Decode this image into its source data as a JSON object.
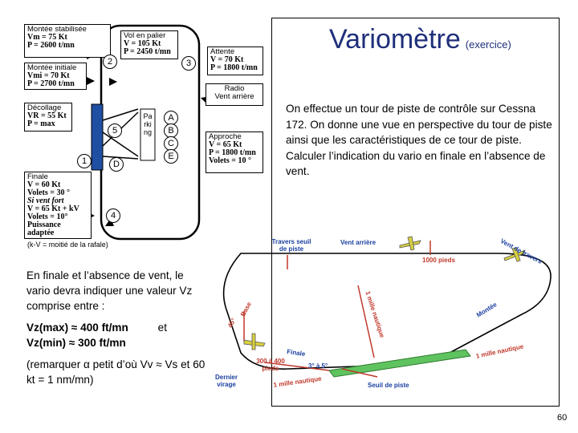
{
  "title": {
    "main": "Variomètre",
    "sub": "(exercice)"
  },
  "intro": "On effectue un tour de piste de contrôle sur Cessna 172. On donne une vue en perspective du tour de piste ainsi que les caractéristiques de ce tour de piste. Calculer l’indication du vario en finale en l’absence de vent.",
  "answer": {
    "lead": "En finale et l’absence de vent, le vario devra indiquer une valeur Vz comprise entre :",
    "vzmax": "Vz(max) ≈ 400 ft/mn",
    "and": "et",
    "vzmin": "Vz(min) ≈ 300 ft/mn",
    "note": "(remarquer α petit d’où Vv ≈ Vs et 60 kt = 1 nm/mn)"
  },
  "page_number": "60",
  "pattern": {
    "boxes": {
      "montee_stab": {
        "head": "Montée stabilisée",
        "l1": "Vm = 75 Kt",
        "l2": "P = 2600 t/mn"
      },
      "vol_palier": {
        "head": "Vol en palier",
        "l1": "V = 105 Kt",
        "l2": "P = 2450 t/mn"
      },
      "attente": {
        "head": "Attente",
        "l1": "V = 70 Kt",
        "l2": "P = 1800 t/mn"
      },
      "montee_init": {
        "head": "Montée initiale",
        "l1": "Vmi = 70 Kt",
        "l2": "P = 2700 t/mn"
      },
      "radio": {
        "l1": "Radio",
        "l2": "Vent arrière"
      },
      "decollage": {
        "head": "Décollage",
        "l1": "VR = 55 Kt",
        "l2": "P = max"
      },
      "approche": {
        "head": "Approche",
        "l1": "V = 65 Kt",
        "l2": "P = 1800 t/mn",
        "l3": "Volets = 10 °"
      },
      "finale": {
        "head": "Finale",
        "l1": "V = 60 Kt",
        "l2": "Volets = 30 °",
        "l3": "Si vent fort",
        "l4": "V = 65 Kt + kV",
        "l5": "Volets = 10°",
        "l6": "Puissance adaptée"
      }
    },
    "footnote": "(k-V = moitié de la rafale)",
    "markers": [
      "1",
      "2",
      "3",
      "4",
      "5"
    ],
    "letters": [
      "A",
      "B",
      "C",
      "D",
      "E"
    ],
    "parking": "Parking"
  },
  "perspective": {
    "travers_seuil": "Travers seuil de piste",
    "vent_arriere": "Vent arrière",
    "vent_travers": "Vent de travers",
    "pieds_1000": "1000 pieds",
    "mille_nautique_1": "1 mille nautique",
    "montee": "Montée",
    "mille_nautique_2": "1 mille nautique",
    "base": "Base",
    "angle_45": "45°",
    "finale": "Finale",
    "pieds_300_400": "300 à 400 pieds",
    "angle_3_5": "3° à 5°",
    "dernier_virage": "Dernier virage",
    "mille_nautique_3": "1 mille nautique",
    "seuil": "Seuil de piste"
  }
}
